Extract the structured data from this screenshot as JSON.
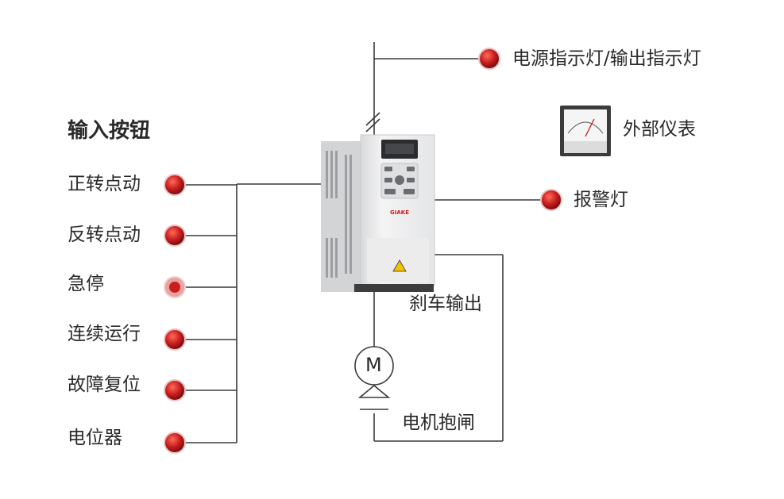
{
  "input_section": {
    "title": "输入按钮",
    "buttons": [
      {
        "label": "正转点动"
      },
      {
        "label": "反转点动"
      },
      {
        "label": "急停"
      },
      {
        "label": "连续运行"
      },
      {
        "label": "故障复位"
      },
      {
        "label": "电位器"
      }
    ]
  },
  "outputs": {
    "power_indicator": "电源指示灯/输出指示灯",
    "meter": "外部仪表",
    "alarm": "报警灯",
    "brake_output": "刹车输出",
    "motor_brake": "电机抱闸"
  },
  "drive": {
    "brand": "GIAKE"
  },
  "motor": {
    "symbol": "M"
  },
  "colors": {
    "line": "#3a3a3a",
    "lamp": "#c81e1e",
    "estop_ring": "#e7a2a2"
  }
}
